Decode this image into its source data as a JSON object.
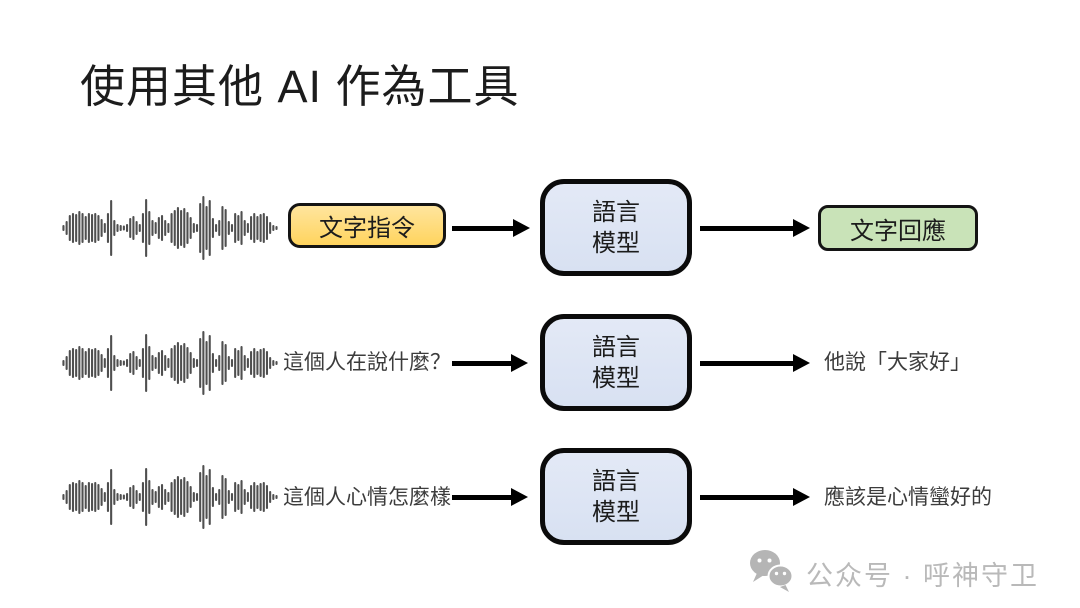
{
  "title": "使用其他 AI 作為工具",
  "rows": [
    {
      "input": {
        "style": "box-yellow",
        "label": "文字指令"
      },
      "model": {
        "line1": "語言",
        "line2": "模型"
      },
      "output": {
        "style": "box-green",
        "label": "文字回應"
      }
    },
    {
      "input": {
        "style": "text",
        "label": "這個人在說什麼？"
      },
      "model": {
        "line1": "語言",
        "line2": "模型"
      },
      "output": {
        "style": "text",
        "label": "他說「大家好」"
      }
    },
    {
      "input": {
        "style": "text",
        "label": "這個人心情怎麼樣"
      },
      "model": {
        "line1": "語言",
        "line2": "模型"
      },
      "output": {
        "style": "text",
        "label": "應該是心情蠻好的"
      }
    }
  ],
  "footer": {
    "icon": "wechat-icon",
    "label": "公众号 · 呼神守卫"
  },
  "colors": {
    "bg": "#ffffff",
    "ink": "#1c1c1c",
    "text_muted": "#3c3c3c",
    "box_yellow_top": "#ffe59e",
    "box_yellow_bottom": "#ffd45e",
    "box_blue": "#d8e1f2",
    "box_green": "#c9e3b8",
    "arrow": "#000000",
    "watermark": "#b9b9b9",
    "waveform": "#4f4f4f"
  },
  "waveform": {
    "bars": [
      6,
      14,
      26,
      30,
      28,
      34,
      30,
      24,
      30,
      28,
      30,
      26,
      18,
      10,
      30,
      56,
      16,
      8,
      6,
      5,
      8,
      20,
      24,
      14,
      8,
      30,
      58,
      34,
      16,
      12,
      22,
      26,
      16,
      10,
      30,
      36,
      42,
      36,
      40,
      32,
      22,
      10,
      8,
      50,
      64,
      44,
      56,
      20,
      8,
      16,
      44,
      38,
      14,
      8,
      30,
      26,
      34,
      16,
      10,
      24,
      30,
      24,
      28,
      30,
      24,
      12,
      6,
      4
    ]
  }
}
